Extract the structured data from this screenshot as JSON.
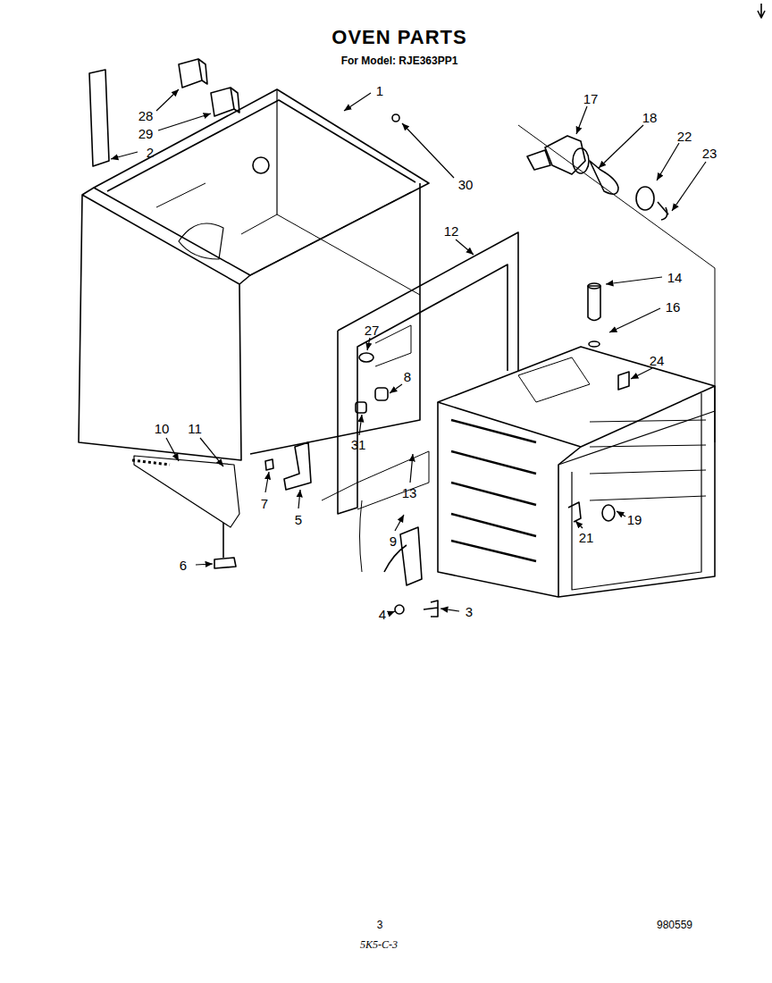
{
  "diagram": {
    "title": "OVEN PARTS",
    "labels": [
      "For Model: RJE363PP1",
      "1",
      "2",
      "28",
      "29",
      "30",
      "17",
      "18",
      "22",
      "23",
      "12",
      "14",
      "16",
      "27",
      "8",
      "24",
      "10",
      "11",
      "31",
      "13",
      "7",
      "5",
      "19",
      "21",
      "6",
      "9",
      "4",
      "3",
      "3",
      "980559",
      "5K5-C-3"
    ]
  }
}
